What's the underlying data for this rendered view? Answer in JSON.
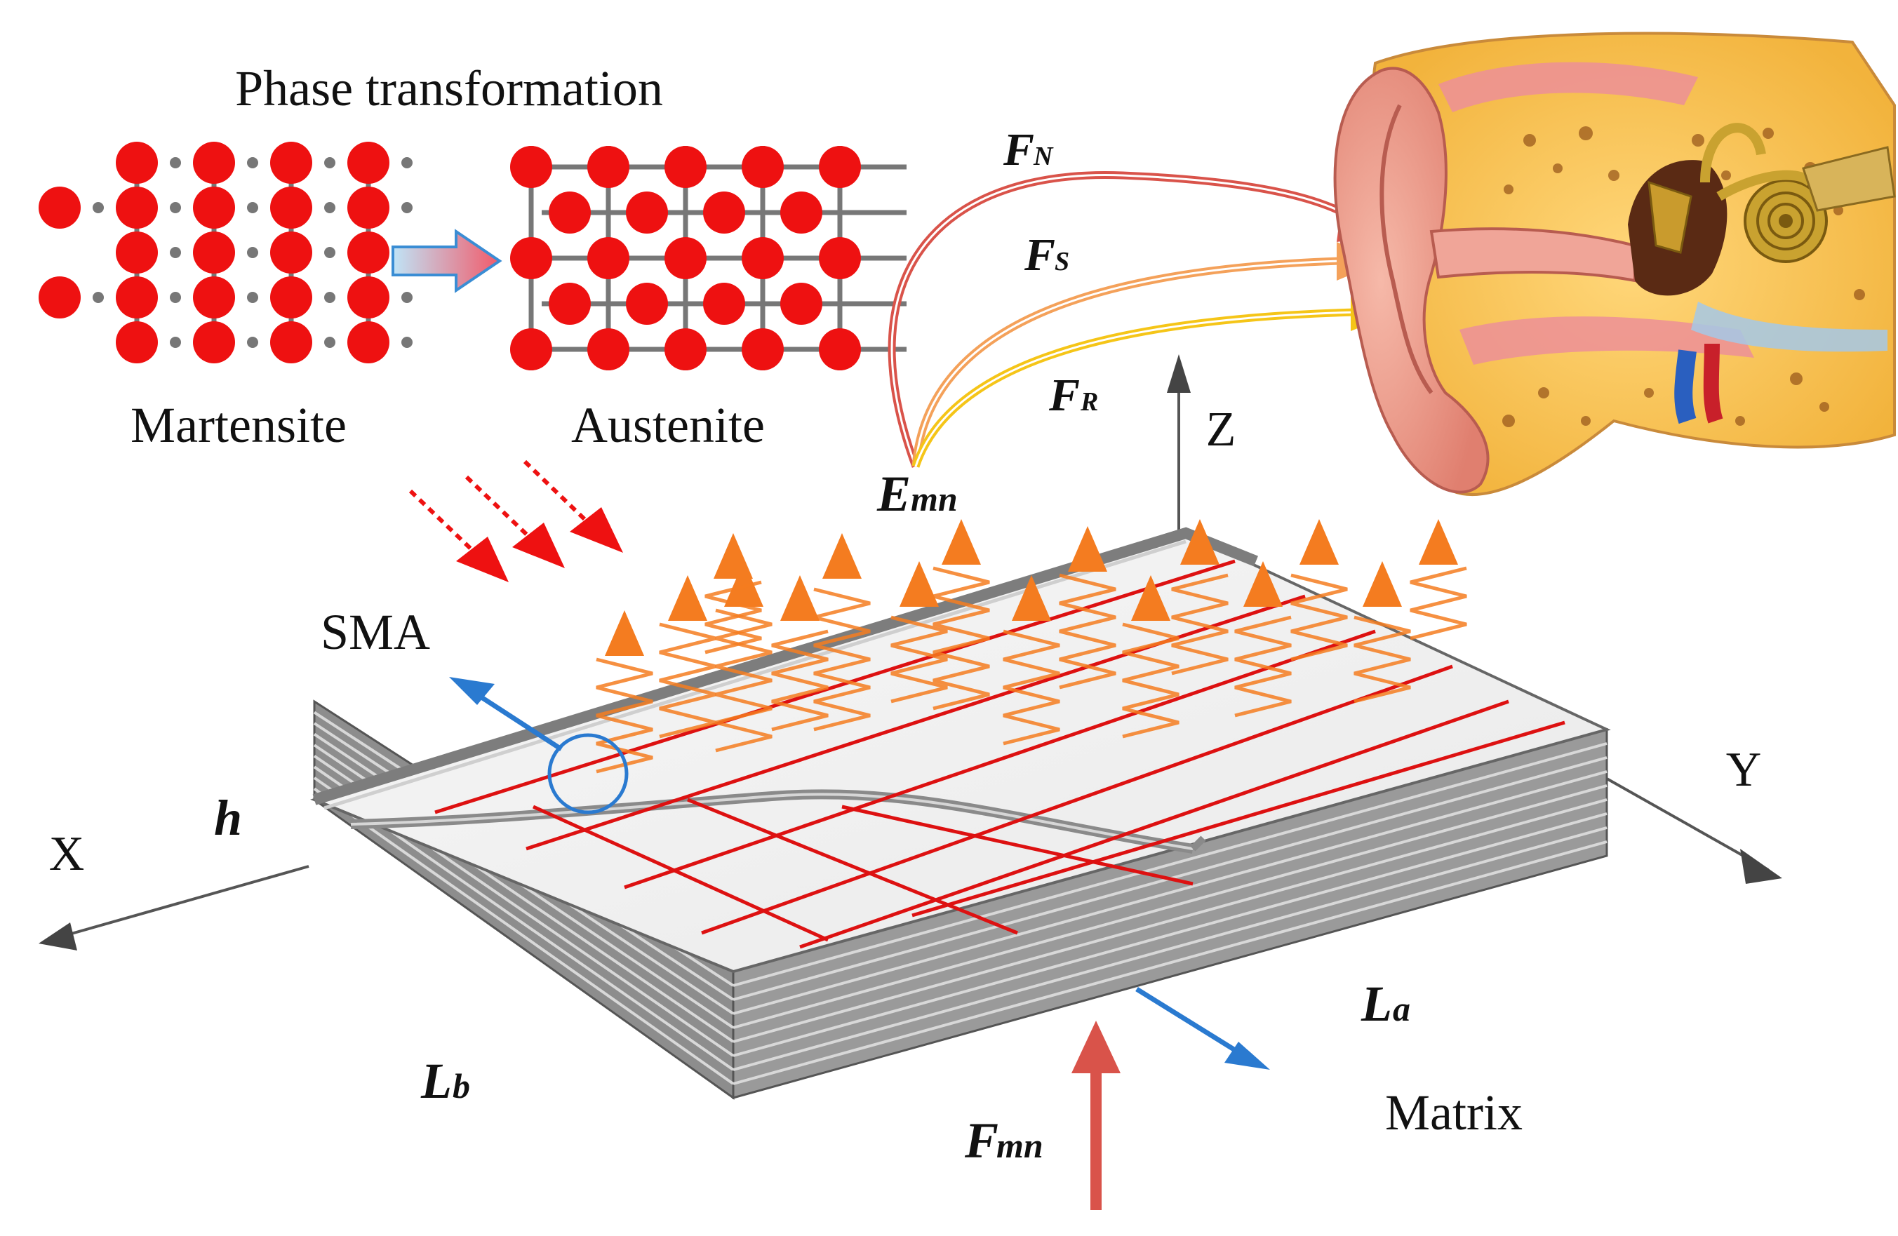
{
  "title": "Phase transformation",
  "phases": {
    "martensite": "Martensite",
    "austenite": "Austenite"
  },
  "labels": {
    "sma": "SMA",
    "matrix": "Matrix",
    "axis_x": "X",
    "axis_y": "Y",
    "axis_z": "Z",
    "h": "h"
  },
  "symbols": {
    "fn": {
      "main": "F",
      "sub": "N"
    },
    "fs": {
      "main": "F",
      "sub": "S"
    },
    "fr": {
      "main": "F",
      "sub": "R"
    },
    "emn": {
      "main": "E",
      "sub": "mn"
    },
    "fmn": {
      "main": "F",
      "sub": "mn"
    },
    "la": {
      "main": "L",
      "sub": "a"
    },
    "lb": {
      "main": "L",
      "sub": "b"
    }
  },
  "colors": {
    "atom": "#ee1111",
    "bond": "#777777",
    "force_n": "#d9534a",
    "force_s": "#f4a15a",
    "force_r": "#f5c518",
    "radiation": "#f47c20",
    "sma_wire": "#dd1111",
    "pointer": "#2a7ad0",
    "input_force": "#d9534a",
    "plate_gray": "#9a9a9a"
  },
  "icons": {
    "ear": "ear-anatomy-icon",
    "phase_arrow": "gradient-right-arrow-icon"
  }
}
